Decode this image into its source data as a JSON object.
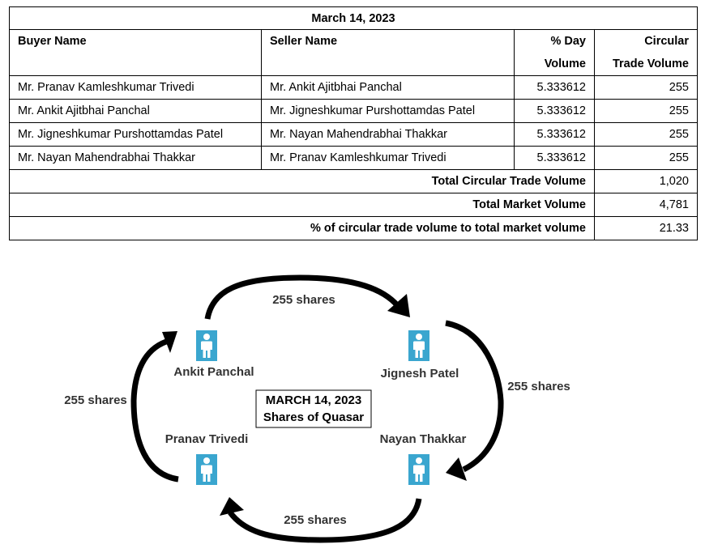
{
  "table": {
    "date_title": "March 14, 2023",
    "headers": {
      "buyer": "Buyer Name",
      "seller": "Seller Name",
      "pct_line1": "% Day",
      "pct_line2": "Volume",
      "circ_line1": "Circular",
      "circ_line2": "Trade Volume"
    },
    "rows": [
      {
        "buyer": "Mr. Pranav Kamleshkumar Trivedi",
        "seller": "Mr. Ankit Ajitbhai Panchal",
        "pct": "5.333612",
        "volume": "255"
      },
      {
        "buyer": "Mr. Ankit Ajitbhai Panchal",
        "seller": "Mr. Jigneshkumar Purshottamdas Patel",
        "pct": "5.333612",
        "volume": "255"
      },
      {
        "buyer": "Mr. Jigneshkumar Purshottamdas Patel",
        "seller": "Mr. Nayan Mahendrabhai Thakkar",
        "pct": "5.333612",
        "volume": "255"
      },
      {
        "buyer": "Mr. Nayan Mahendrabhai Thakkar",
        "seller": "Mr. Pranav Kamleshkumar Trivedi",
        "pct": "5.333612",
        "volume": "255"
      }
    ],
    "totals": [
      {
        "label": "Total Circular Trade Volume",
        "value": "1,020"
      },
      {
        "label": "Total Market Volume",
        "value": "4,781"
      },
      {
        "label": "% of circular trade volume to total market volume",
        "value": "21.33"
      }
    ]
  },
  "diagram": {
    "center_line1": "MARCH 14, 2023",
    "center_line2": "Shares of Quasar",
    "people": {
      "top_left": "Ankit Panchal",
      "top_right": "Jignesh Patel",
      "bottom_left": "Pranav Trivedi",
      "bottom_right": "Nayan Thakkar"
    },
    "flows": {
      "top": "255 shares",
      "right": "255 shares",
      "bottom": "255 shares",
      "left": "255 shares"
    },
    "icon_color": "#3aa6cf",
    "arrow_color": "#000000"
  }
}
